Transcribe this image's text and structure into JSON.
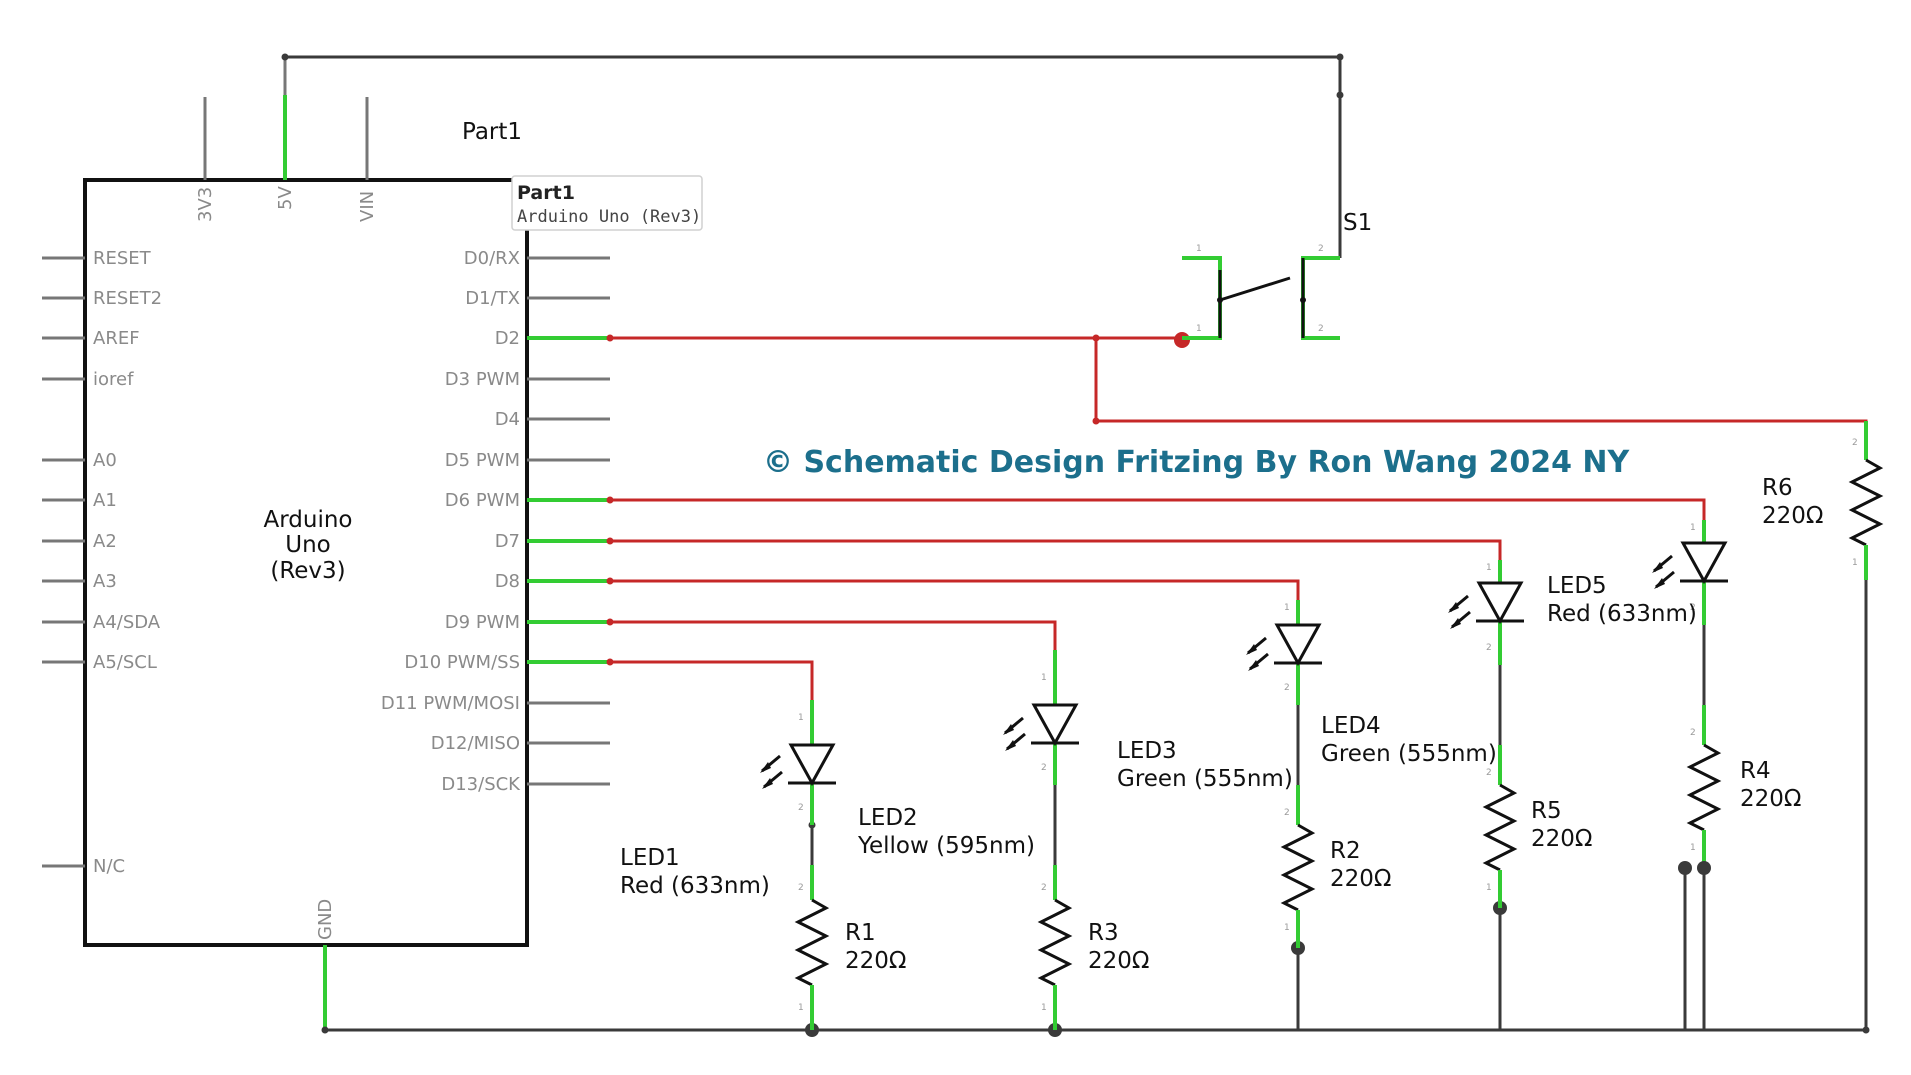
{
  "watermark": "© Schematic Design Fritzing  By Ron Wang 2024 NY",
  "arduino": {
    "part_label": "Part1",
    "name_lines": [
      "Arduino",
      "Uno",
      "(Rev3)"
    ],
    "tooltip_title": "Part1",
    "tooltip_subtitle": "Arduino Uno (Rev3)",
    "top_pins": [
      "3V3",
      "5V",
      "VIN"
    ],
    "bottom_pin": "GND",
    "left_pins": [
      "RESET",
      "RESET2",
      "AREF",
      "ioref",
      "A0",
      "A1",
      "A2",
      "A3",
      "A4/SDA",
      "A5/SCL",
      "N/C"
    ],
    "right_pins": [
      "D0/RX",
      "D1/TX",
      "D2",
      "D3 PWM",
      "D4",
      "D5 PWM",
      "D6 PWM",
      "D7",
      "D8",
      "D9 PWM",
      "D10 PWM/SS",
      "D11 PWM/MOSI",
      "D12/MISO",
      "D13/SCK"
    ]
  },
  "switch": {
    "name": "S1",
    "pin_numbers": [
      "1",
      "2",
      "1",
      "2"
    ]
  },
  "leds": [
    {
      "name": "LED1",
      "desc": "Red (633nm)"
    },
    {
      "name": "LED2",
      "desc": "Yellow (595nm)"
    },
    {
      "name": "LED3",
      "desc": "Green (555nm)"
    },
    {
      "name": "LED4",
      "desc": "Green (555nm)"
    },
    {
      "name": "LED5",
      "desc": "Red (633nm)"
    }
  ],
  "resistors": [
    {
      "name": "R1",
      "value": "220Ω"
    },
    {
      "name": "R2",
      "value": "220Ω"
    },
    {
      "name": "R3",
      "value": "220Ω"
    },
    {
      "name": "R4",
      "value": "220Ω"
    },
    {
      "name": "R5",
      "value": "220Ω"
    },
    {
      "name": "R6",
      "value": "220Ω"
    }
  ],
  "pin_numbers": {
    "one": "1",
    "two": "2"
  },
  "colors": {
    "wire_red": "#c62828",
    "wire_black": "#3a3a3a",
    "pin_green": "#33cc33",
    "watermark": "#1c6f8c"
  }
}
